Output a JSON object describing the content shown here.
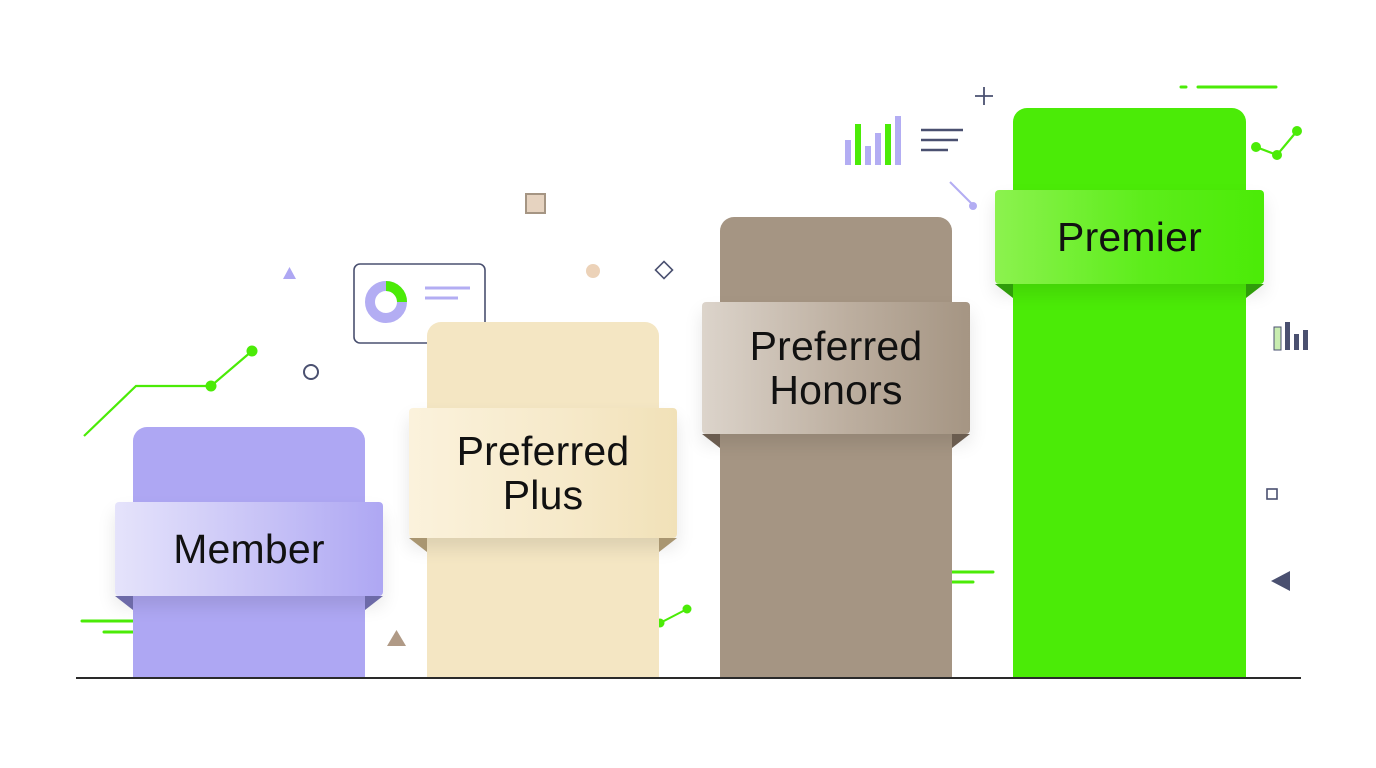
{
  "tiers": [
    {
      "label": "Member",
      "color": "#aea7f3"
    },
    {
      "label": "Preferred\nPlus",
      "color": "#f4e6c3"
    },
    {
      "label": "Preferred\nHonors",
      "color": "#a59583"
    },
    {
      "label": "Premier",
      "color": "#4beb07"
    }
  ],
  "accent_colors": {
    "green": "#4beb07",
    "lavender": "#aea7f3",
    "slate": "#4a5070",
    "tan": "#a59583"
  },
  "decorations": [
    "trend-line-icon",
    "donut-chart-card-icon",
    "bar-chart-icon",
    "text-lines-icon",
    "plus-icon",
    "circle-outline-icon",
    "triangle-icon",
    "square-icon",
    "diamond-icon",
    "dot-icon",
    "arrow-left-icon",
    "speed-lines-icon"
  ]
}
